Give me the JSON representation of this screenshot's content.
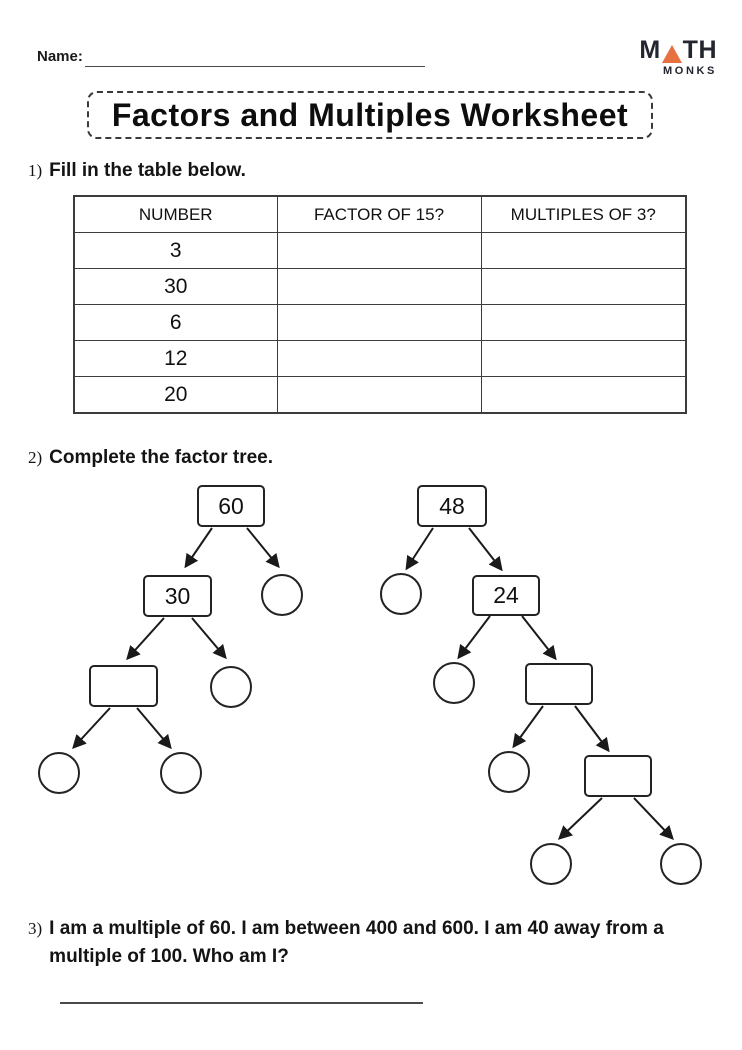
{
  "header": {
    "name_label": "Name:",
    "logo": {
      "word1_m": "M",
      "word1_rest": "TH",
      "word2": "MONKS",
      "triangle_color": "#E6703F",
      "text_color": "#23262F"
    }
  },
  "title": "Factors and Multiples Worksheet",
  "questions": {
    "q1": {
      "num": "1)",
      "text": "Fill in the table below."
    },
    "q2": {
      "num": "2)",
      "text": "Complete the factor tree."
    },
    "q3": {
      "num": "3)",
      "line1": "I am a multiple of 60. I am between 400 and 600. I am 40 away from a",
      "line2": "multiple of 100. Who am I?"
    }
  },
  "table": {
    "headers": [
      "NUMBER",
      "FACTOR OF 15?",
      "MULTIPLES OF 3?"
    ],
    "rows": [
      {
        "number": "3"
      },
      {
        "number": "30"
      },
      {
        "number": "6"
      },
      {
        "number": "12"
      },
      {
        "number": "20"
      }
    ]
  },
  "trees": {
    "left": {
      "root": "60",
      "child": "30"
    },
    "right": {
      "root": "48",
      "child": "24"
    }
  }
}
